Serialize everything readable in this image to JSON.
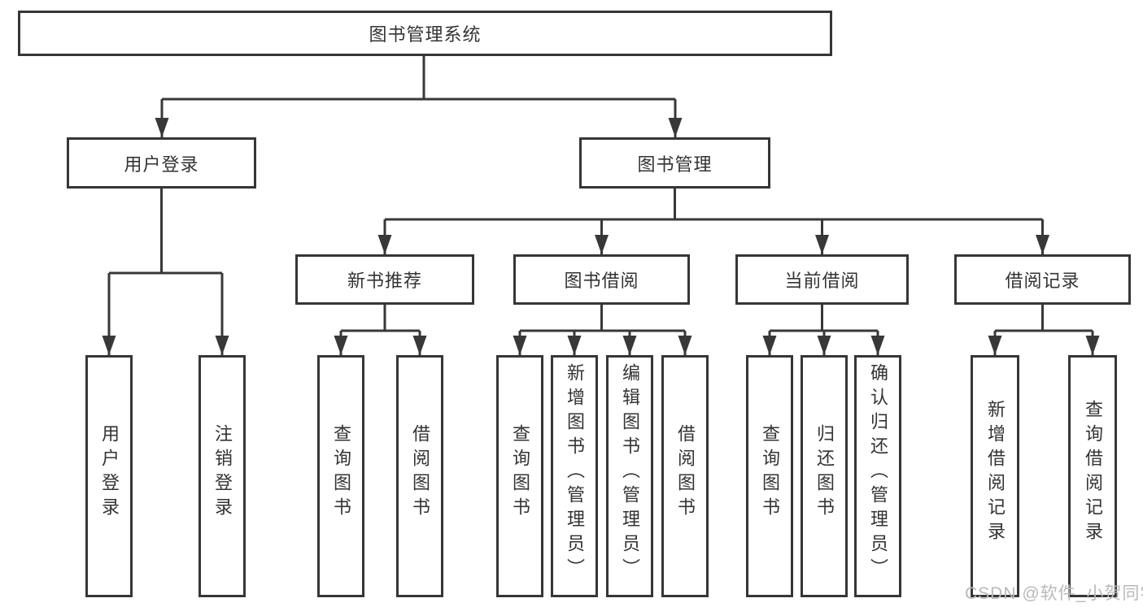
{
  "diagram": {
    "root": {
      "label": "图书管理系统"
    },
    "level2": [
      {
        "label": "用户登录"
      },
      {
        "label": "图书管理"
      }
    ],
    "level3": [
      {
        "label": "新书推荐"
      },
      {
        "label": "图书借阅"
      },
      {
        "label": "当前借阅"
      },
      {
        "label": "借阅记录"
      }
    ],
    "leaves": {
      "user_login": [
        {
          "label": "用户登录"
        },
        {
          "label": "注销登录"
        }
      ],
      "new_books": [
        {
          "label": "查询图书"
        },
        {
          "label": "借阅图书"
        }
      ],
      "book_borrow": [
        {
          "label": "查询图书"
        },
        {
          "label": "新增图书（管理员）"
        },
        {
          "label": "编辑图书（管理员）"
        },
        {
          "label": "借阅图书"
        }
      ],
      "current_borrow": [
        {
          "label": "查询图书"
        },
        {
          "label": "归还图书"
        },
        {
          "label": "确认归还（管理员）"
        }
      ],
      "borrow_records": [
        {
          "label": "新增借阅记录"
        },
        {
          "label": "查询借阅记录"
        }
      ]
    }
  },
  "watermark": {
    "text": "CSDN @软件_小贺同学"
  },
  "colors": {
    "line": "#383838",
    "border": "#363636",
    "text": "#333333",
    "watermark": "#b9b9b9",
    "background": "#ffffff"
  }
}
